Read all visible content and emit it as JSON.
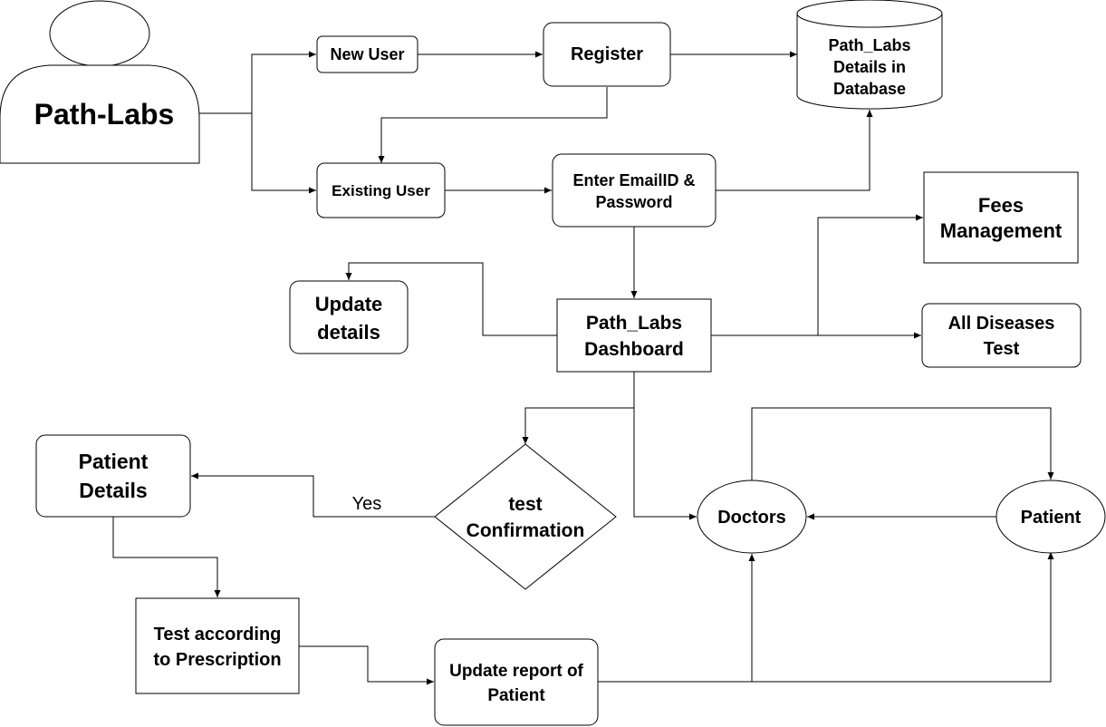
{
  "actor": {
    "label": "Path-Labs"
  },
  "nodes": {
    "new_user": "New User",
    "register": "Register",
    "database": [
      "Path_Labs",
      "Details in",
      "Database"
    ],
    "existing_user": "Existing User",
    "enter_credentials": [
      "Enter EmailID &",
      "Password"
    ],
    "fees_management": [
      "Fees",
      "Management"
    ],
    "update_details": [
      "Update",
      "details"
    ],
    "dashboard": [
      "Path_Labs",
      "Dashboard"
    ],
    "all_diseases_test": [
      "All Diseases",
      "Test"
    ],
    "patient_details": [
      "Patient",
      "Details"
    ],
    "test_confirmation": [
      "test",
      "Confirmation"
    ],
    "doctors": "Doctors",
    "patient": "Patient",
    "test_prescription": [
      "Test according",
      "to Prescription"
    ],
    "update_report": [
      "Update report of",
      "Patient"
    ]
  },
  "edge_labels": {
    "yes": "Yes"
  },
  "colors": {
    "stroke": "#000000",
    "fill": "#ffffff"
  }
}
